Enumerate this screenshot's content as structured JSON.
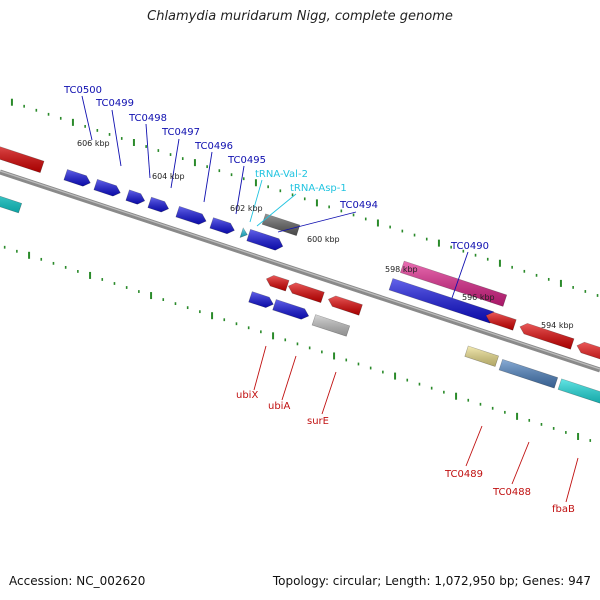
{
  "title": "Chlamydia muridarum Nigg, complete genome",
  "footer": {
    "accession": "Accession: NC_002620",
    "summary": "Topology: circular; Length: 1,072,950 bp; Genes: 947"
  },
  "colors": {
    "forward_gene": "#1010e0",
    "reverse_gene": "#e00000",
    "trna": "#22c4e0",
    "backbone": "#8a8a8a",
    "tick": "#2a8a2a",
    "pink_feature": "#e0208a",
    "gray_feature": "#606060",
    "light_gray_feature": "#c0c0c0",
    "yellow_feature": "#eee08a",
    "steel_feature": "#4a80c0",
    "cyan_feature": "#10d8d8",
    "blue_label": "#1010b0",
    "red_label": "#c01010"
  },
  "kbp_labels": [
    "606 kbp",
    "604 kbp",
    "602 kbp",
    "600 kbp",
    "598 kbp",
    "596 kbp",
    "594 kbp"
  ],
  "top_labels": [
    "TC0500",
    "TC0499",
    "TC0498",
    "TC0497",
    "TC0496",
    "TC0495",
    "tRNA-Val-2",
    "tRNA-Asp-1",
    "TC0494",
    "TC0490"
  ],
  "bottom_labels": [
    "ubiX",
    "ubiA",
    "surE",
    "TC0489",
    "TC0488",
    "fbaB"
  ]
}
